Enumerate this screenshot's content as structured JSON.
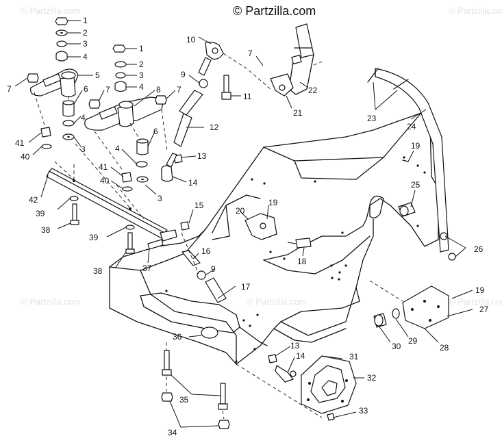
{
  "watermark": {
    "copyright_top": "© Partzilla.com",
    "copyright_mark": "© Partzilla.com"
  },
  "callouts": [
    {
      "id": "c1a",
      "label": "1"
    },
    {
      "id": "c2a",
      "label": "2"
    },
    {
      "id": "c3a",
      "label": "3"
    },
    {
      "id": "c4a",
      "label": "4"
    },
    {
      "id": "c5",
      "label": "5"
    },
    {
      "id": "c7a",
      "label": "7"
    },
    {
      "id": "c6a",
      "label": "6"
    },
    {
      "id": "c41a",
      "label": "41"
    },
    {
      "id": "c40a",
      "label": "40"
    },
    {
      "id": "c3b",
      "label": "3"
    },
    {
      "id": "c4b",
      "label": "4"
    },
    {
      "id": "c1b",
      "label": "1"
    },
    {
      "id": "c2b",
      "label": "2"
    },
    {
      "id": "c3c",
      "label": "3"
    },
    {
      "id": "c4c",
      "label": "4"
    },
    {
      "id": "c7b",
      "label": "7"
    },
    {
      "id": "c8",
      "label": "8"
    },
    {
      "id": "c7c",
      "label": "7"
    },
    {
      "id": "c6b",
      "label": "6"
    },
    {
      "id": "c4d",
      "label": "4"
    },
    {
      "id": "c41b",
      "label": "41"
    },
    {
      "id": "c40b",
      "label": "40"
    },
    {
      "id": "c3d",
      "label": "3"
    },
    {
      "id": "c10",
      "label": "10"
    },
    {
      "id": "c9a",
      "label": "9"
    },
    {
      "id": "c11",
      "label": "11"
    },
    {
      "id": "c12",
      "label": "12"
    },
    {
      "id": "c13a",
      "label": "13"
    },
    {
      "id": "c14a",
      "label": "14"
    },
    {
      "id": "c7d",
      "label": "7"
    },
    {
      "id": "c22",
      "label": "22"
    },
    {
      "id": "c21",
      "label": "21"
    },
    {
      "id": "c23",
      "label": "23"
    },
    {
      "id": "c24",
      "label": "24"
    },
    {
      "id": "c19a",
      "label": "19"
    },
    {
      "id": "c25",
      "label": "25"
    },
    {
      "id": "c26",
      "label": "26"
    },
    {
      "id": "c42",
      "label": "42"
    },
    {
      "id": "c39a",
      "label": "39"
    },
    {
      "id": "c38a",
      "label": "38"
    },
    {
      "id": "c39b",
      "label": "39"
    },
    {
      "id": "c38b",
      "label": "38"
    },
    {
      "id": "c37",
      "label": "37"
    },
    {
      "id": "c15",
      "label": "15"
    },
    {
      "id": "c16",
      "label": "16"
    },
    {
      "id": "c9b",
      "label": "9"
    },
    {
      "id": "c17",
      "label": "17"
    },
    {
      "id": "c20",
      "label": "20"
    },
    {
      "id": "c19b",
      "label": "19"
    },
    {
      "id": "c18",
      "label": "18"
    },
    {
      "id": "c36",
      "label": "36"
    },
    {
      "id": "c13b",
      "label": "13"
    },
    {
      "id": "c14b",
      "label": "14"
    },
    {
      "id": "c31",
      "label": "31"
    },
    {
      "id": "c32",
      "label": "32"
    },
    {
      "id": "c33",
      "label": "33"
    },
    {
      "id": "c35",
      "label": "35"
    },
    {
      "id": "c34",
      "label": "34"
    },
    {
      "id": "c30",
      "label": "30"
    },
    {
      "id": "c29",
      "label": "29"
    },
    {
      "id": "c28",
      "label": "28"
    },
    {
      "id": "c19c",
      "label": "19"
    },
    {
      "id": "c27",
      "label": "27"
    }
  ]
}
